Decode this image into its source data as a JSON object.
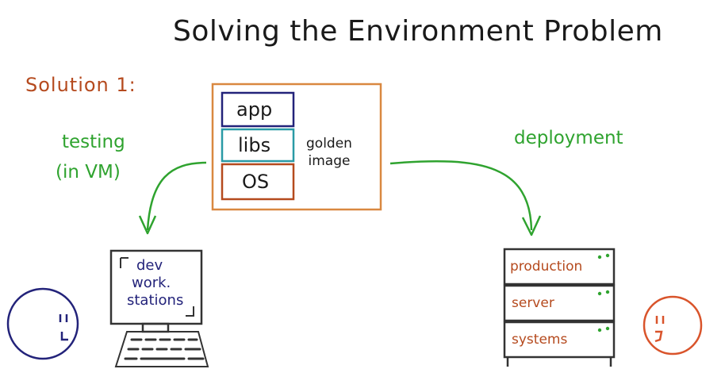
{
  "title": "Solving the Environment Problem",
  "solution_label": "Solution 1:",
  "testing": {
    "line1": "testing",
    "line2": "(in VM)"
  },
  "deployment_label": "deployment",
  "golden_image": {
    "layers": [
      "app",
      "libs",
      "OS"
    ],
    "label_line1": "golden",
    "label_line2": "image"
  },
  "workstation_lines": [
    "dev",
    "work.",
    "stations"
  ],
  "server_rows": [
    "production",
    "server",
    "systems"
  ],
  "colors": {
    "golden_frame": "#d98840",
    "app_box": "#23237a",
    "libs_box": "#2a9aa6",
    "os_box": "#b54a1e",
    "arrows": "#2fa32f",
    "left_face": "#23237a",
    "right_face": "#d9542b",
    "server_dots": "#2fa32f"
  }
}
